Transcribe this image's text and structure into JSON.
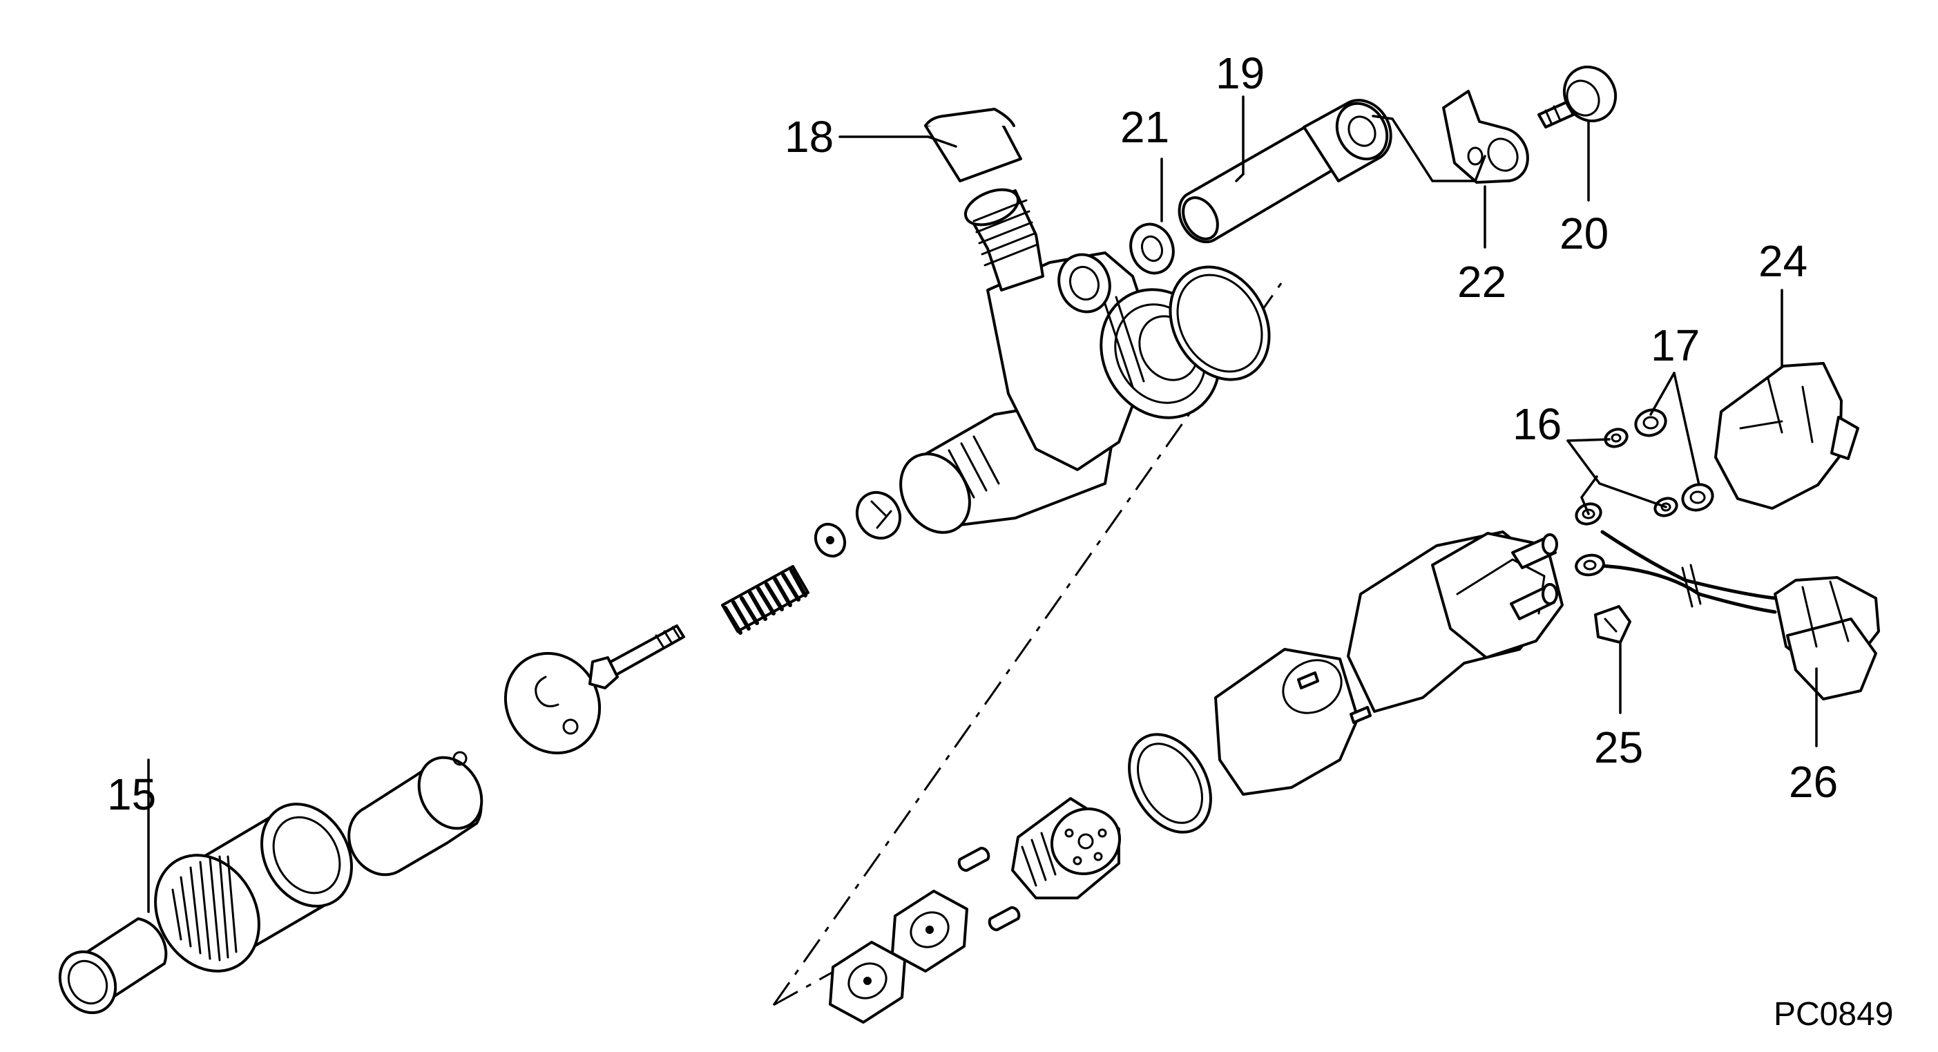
{
  "drawing": {
    "drawing_code": "PC0849",
    "colors": {
      "line": "#000000",
      "background": "#ffffff"
    },
    "callouts": [
      {
        "id": "c15",
        "label": "15"
      },
      {
        "id": "c16",
        "label": "16"
      },
      {
        "id": "c17",
        "label": "17"
      },
      {
        "id": "c18",
        "label": "18"
      },
      {
        "id": "c19",
        "label": "19"
      },
      {
        "id": "c20",
        "label": "20"
      },
      {
        "id": "c21",
        "label": "21"
      },
      {
        "id": "c22",
        "label": "22"
      },
      {
        "id": "c24",
        "label": "24"
      },
      {
        "id": "c25",
        "label": "25"
      },
      {
        "id": "c26",
        "label": "26"
      }
    ]
  }
}
